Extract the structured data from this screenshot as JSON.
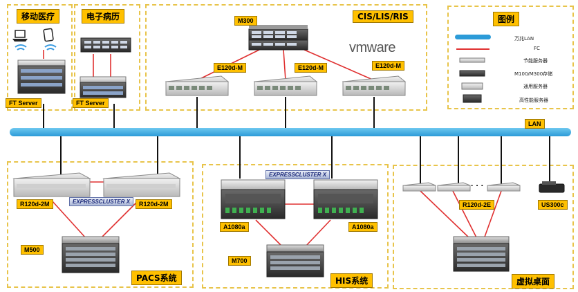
{
  "zones": {
    "mobile": "移动医疗",
    "emr": "电子病历",
    "cis": "CIS/LIS/RIS",
    "legend": "图例",
    "pacs": "PACS系统",
    "his": "HIS系统",
    "vdi": "虚拟桌面"
  },
  "labels": {
    "ft1": "FT Server",
    "ft2": "FT Server",
    "m300": "M300",
    "e120a": "E120d-M",
    "e120b": "E120d-M",
    "e120c": "E120d-M",
    "lan": "LAN",
    "r120a": "R120d-2M",
    "r120b": "R120d-2M",
    "m500": "M500",
    "a1080a": "A1080a",
    "a1080b": "A1080a",
    "m700": "M700",
    "r120e": "R120d-2E",
    "us300c": "US300c",
    "dots": "· · ·"
  },
  "clusters": {
    "pacs": "EXPRESSCLUSTER X",
    "his": "EXPRESSCLUSTER X"
  },
  "vmware": "vmware",
  "legend": {
    "items": [
      "万兆LAN",
      "FC",
      "节能服务器",
      "M100/M300存储",
      "通用服务器",
      "高性能服务器"
    ]
  },
  "colors": {
    "accent": "#ffc000",
    "lan": "#2c9bd8",
    "fc": "#e03030"
  }
}
